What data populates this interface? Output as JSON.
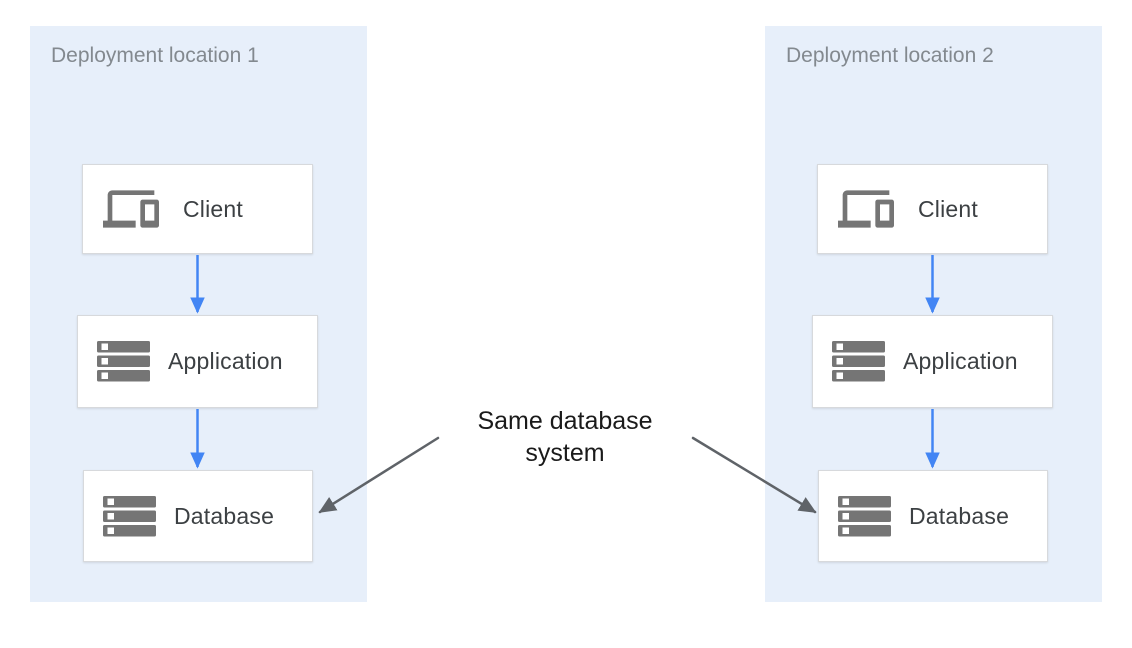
{
  "diagram": {
    "panels": [
      {
        "title": "Deployment location 1",
        "nodes": [
          {
            "id": "client-1",
            "label": "Client",
            "icon": "devices-icon"
          },
          {
            "id": "application-1",
            "label": "Application",
            "icon": "server-stack-icon"
          },
          {
            "id": "database-1",
            "label": "Database",
            "icon": "server-stack-icon"
          }
        ]
      },
      {
        "title": "Deployment location 2",
        "nodes": [
          {
            "id": "client-2",
            "label": "Client",
            "icon": "devices-icon"
          },
          {
            "id": "application-2",
            "label": "Application",
            "icon": "server-stack-icon"
          },
          {
            "id": "database-2",
            "label": "Database",
            "icon": "server-stack-icon"
          }
        ]
      }
    ],
    "annotation": "Same database system",
    "connections": [
      {
        "from": "client-1",
        "to": "application-1",
        "style": "flow"
      },
      {
        "from": "application-1",
        "to": "database-1",
        "style": "flow"
      },
      {
        "from": "client-2",
        "to": "application-2",
        "style": "flow"
      },
      {
        "from": "application-2",
        "to": "database-2",
        "style": "flow"
      },
      {
        "from": "annotation",
        "to": "database-1",
        "style": "annotation"
      },
      {
        "from": "annotation",
        "to": "database-2",
        "style": "annotation"
      }
    ],
    "colors": {
      "panel_background": "#e7effa",
      "node_background": "#ffffff",
      "node_border": "#d7d9dc",
      "flow_arrow": "#4285f4",
      "annotation_arrow": "#5f6368",
      "panel_title_text": "#83898f",
      "node_label_text": "#3c4043",
      "annotation_text": "#1a1a1a",
      "icon_color": "#757575"
    }
  }
}
